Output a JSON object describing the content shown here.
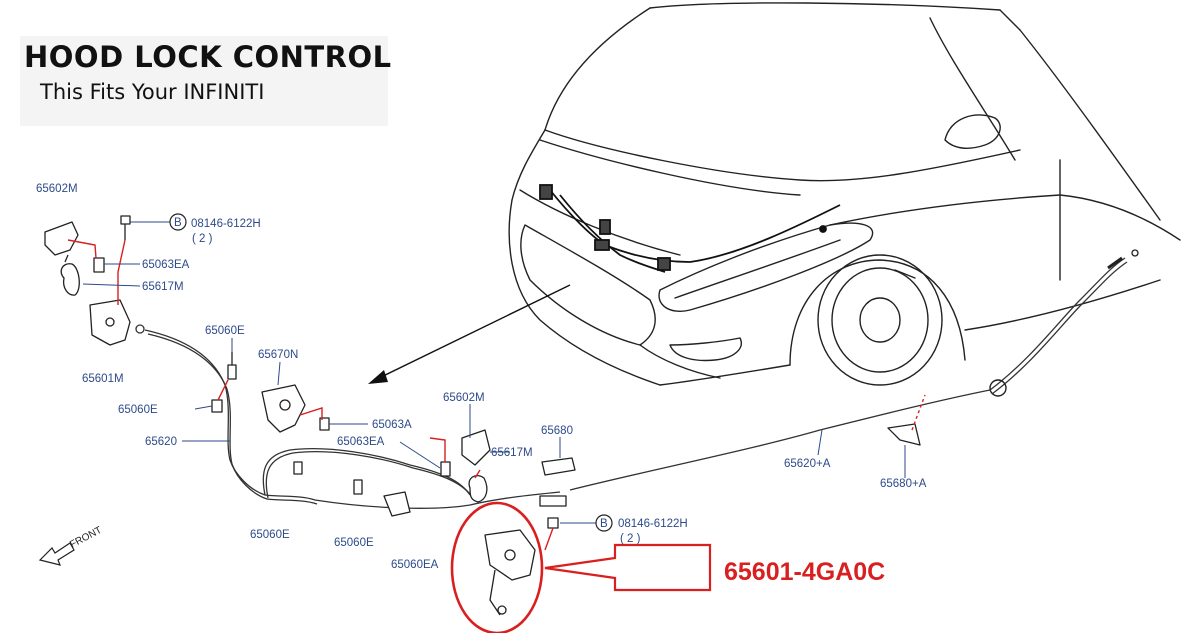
{
  "header": {
    "title": "HOOD LOCK CONTROL",
    "subtitle": "This Fits Your INFINITI"
  },
  "callout": {
    "part_number": "65601-4GA0C",
    "color": "#d91f1f"
  },
  "direction_label": "FRONT",
  "bolt_ref_top": {
    "letter": "B",
    "code": "08146-6122H",
    "qty": "( 2 )"
  },
  "bolt_ref_bottom": {
    "letter": "B",
    "code": "08146-6122H",
    "qty": "( 2 )"
  },
  "parts": {
    "p65602M_left": "65602M",
    "p65063EA_left": "65063EA",
    "p65617M_left": "65617M",
    "p65601M": "65601M",
    "p65060E_top": "65060E",
    "p65670N": "65670N",
    "p65060E_mid": "65060E",
    "p65063A": "65063A",
    "p65620": "65620",
    "p65063EA_mid": "65063EA",
    "p65602M_right": "65602M",
    "p65617M_right": "65617M",
    "p65680": "65680",
    "p65620A": "65620+A",
    "p65680A": "65680+A",
    "p65060E_bottom_left": "65060E",
    "p65060E_bottom_mid": "65060E",
    "p65060EA": "65060EA"
  },
  "colors": {
    "label": "#2c4a8a",
    "line": "#222222",
    "accent": "#d91f1f"
  }
}
